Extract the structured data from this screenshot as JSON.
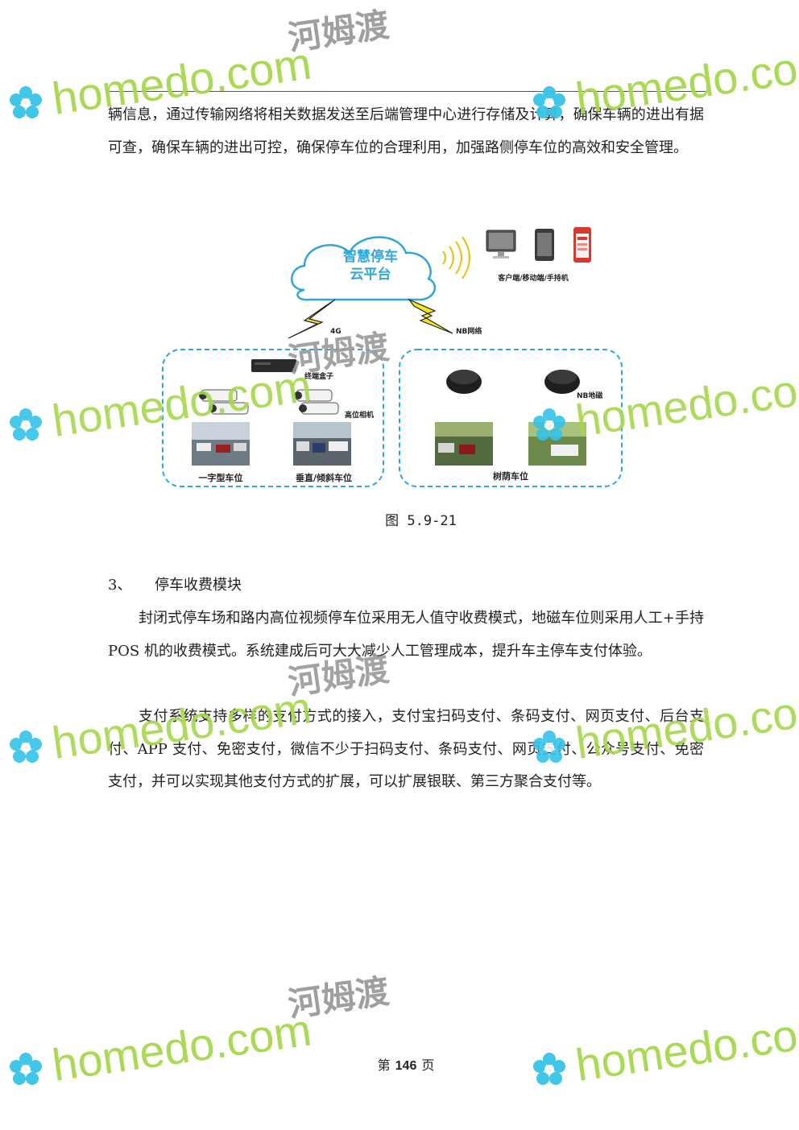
{
  "paragraphs": {
    "p1": "辆信息，通过传输网络将相关数据发送至后端管理中心进行存储及计算，确保车辆的进出有据可查，确保车辆的进出可控，确保停车位的合理利用，加强路侧停车位的高效和安全管理。",
    "p2": "封闭式停车场和路内高位视频停车位采用无人值守收费模式，地磁车位则采用人工+手持 POS 机的收费模式。系统建成后可大大减少人工管理成本，提升车主停车支付体验。",
    "p3": "支付系统支持多样的支付方式的接入，支付宝扫码支付、条码支付、网页支付、后台支付、APP 支付、免密支付，微信不少于扫码支付、条码支付、网页支付、公众号支付、免密支付，并可以实现其他支付方式的扩展，可以扩展银联、第三方聚合支付等。"
  },
  "diagram": {
    "cloud_line1": "智慧停车",
    "cloud_line2": "云平台",
    "clients_label": "客户端/移动端/手持机",
    "link_4g": "4G",
    "link_nb": "NB网络",
    "terminal_box": "终端盒子",
    "high_camera": "高位相机",
    "nb_sensor": "NB地磁",
    "spot_straight": "一字型车位",
    "spot_angled": "垂直/倾斜车位",
    "spot_tree": "树荫车位"
  },
  "figure_caption": "图 5.9-21",
  "section": {
    "number": "3、",
    "title": "停车收费模块"
  },
  "footer": {
    "prefix": "第",
    "page": "146",
    "suffix": "页"
  },
  "watermark": {
    "latin": "homedo.com",
    "chinese": "河姆渡"
  },
  "colors": {
    "accent_blue": "#2fa6dc",
    "watermark_green": "#a6d84a",
    "watermark_cyan": "#35c3e8"
  }
}
